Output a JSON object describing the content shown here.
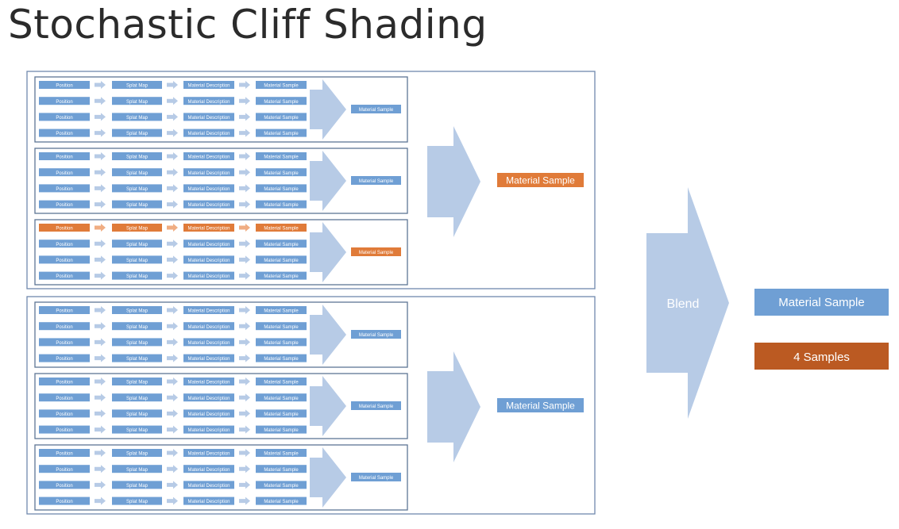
{
  "title": "Stochastic Cliff Shading",
  "pipeline": {
    "steps": [
      "Position",
      "Splat Map",
      "Material Description",
      "Material Sample"
    ],
    "group_output_label": "Material Sample",
    "quad_output_label": "Material Sample",
    "highlighted_quad": 0,
    "highlighted_group": 2,
    "highlighted_row": 0
  },
  "blend": {
    "label": "Blend",
    "output_label": "Material Sample",
    "samples_label": "4 Samples"
  },
  "colors": {
    "blue_box": "#6f9fd4",
    "orange_box": "#e07b39",
    "dark_orange_box": "#bb5a22",
    "arrow_fill": "#b7cbe6",
    "orange_arrow": "#f0ad82",
    "frame_border": "#7189ad"
  }
}
